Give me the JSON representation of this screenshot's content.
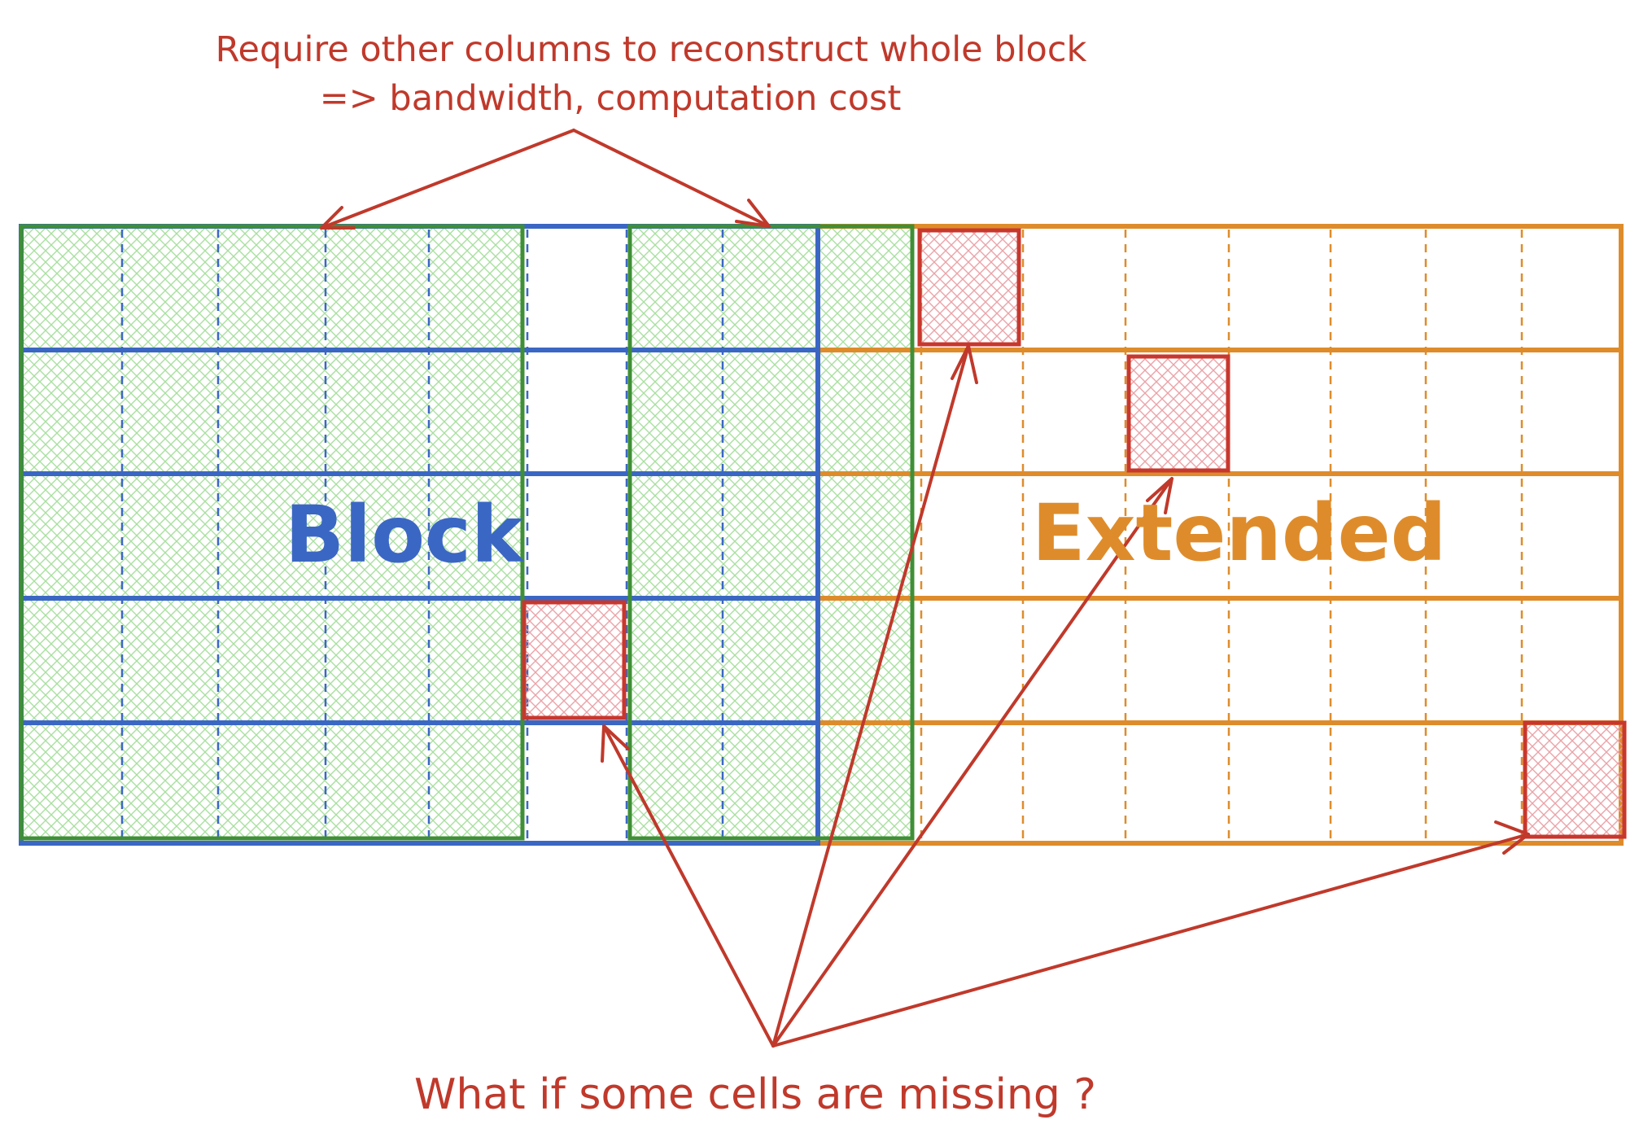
{
  "annotations": {
    "top_line1": "Require other columns to reconstruct whole block",
    "top_line2": "=> bandwidth, computation cost",
    "bottom": "What if some cells are missing ?"
  },
  "labels": {
    "block": "Block",
    "extended": "Extended"
  },
  "grid": {
    "block_columns": 8,
    "extended_columns": 8,
    "rows": 5
  },
  "colors": {
    "block": "#3b67c4",
    "extended": "#de8c2b",
    "selected_columns": "#3f8f36",
    "selected_fill": "#bde7b3",
    "missing": "#c8372d",
    "missing_fill": "#f2b7b7",
    "annotation": "#c0392b"
  },
  "icons": {
    "hatch": "crosshatch-pattern",
    "arrow": "arrow-head"
  }
}
